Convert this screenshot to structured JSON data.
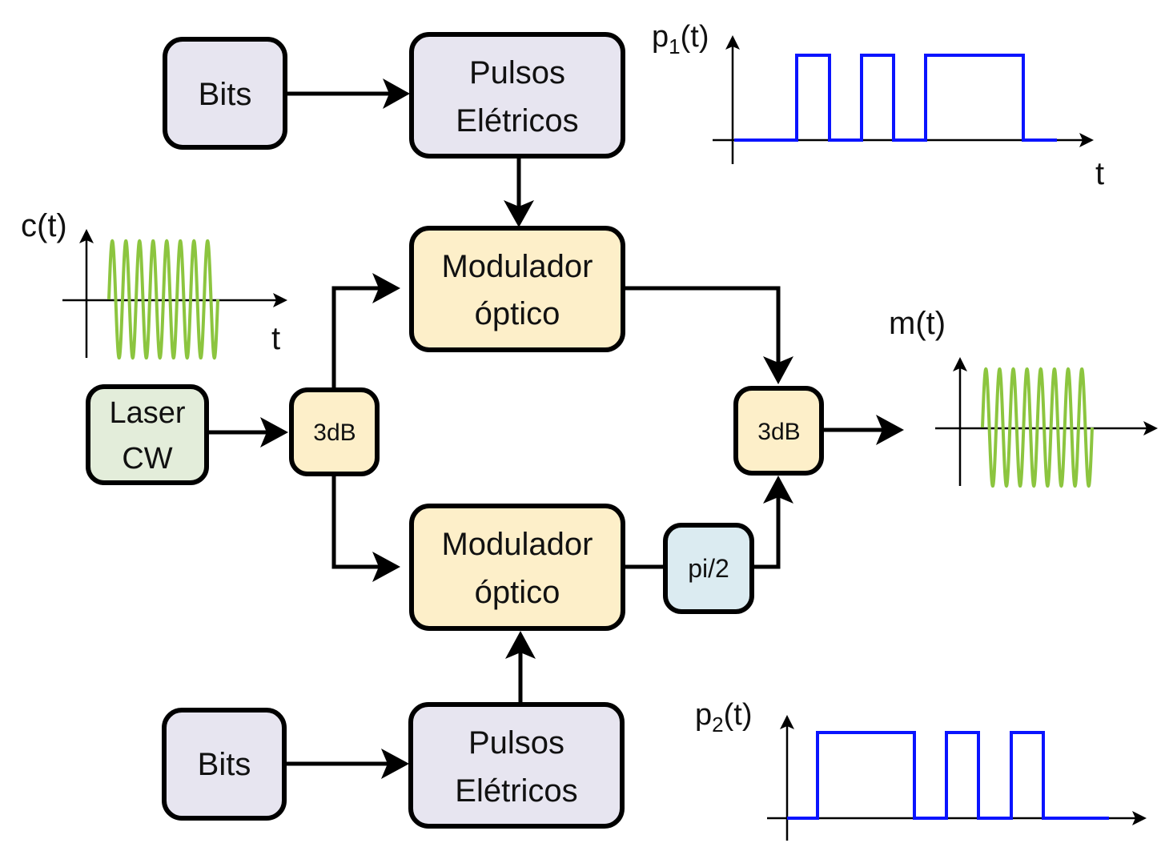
{
  "colors": {
    "bits_fill": "#e7e5f0",
    "pulsos_fill": "#e7e5f0",
    "modulator_fill": "#fdefc9",
    "coupler_fill": "#fdefc9",
    "laser_fill": "#e3edda",
    "phase_fill": "#dbebf1",
    "pulse_wave": "#0a14ff",
    "optical_wave": "#8cc53f",
    "stroke": "#000000"
  },
  "blocks": {
    "bits_top": "Bits",
    "pulsos_top": [
      "Pulsos",
      "Elétricos"
    ],
    "modulator_top": [
      "Modulador",
      "óptico"
    ],
    "laser": [
      "Laser",
      "CW"
    ],
    "coupler_in": "3dB",
    "coupler_out": "3dB",
    "modulator_bottom": [
      "Modulador",
      "óptico"
    ],
    "phase": "pi/2",
    "bits_bottom": "Bits",
    "pulsos_bottom": [
      "Pulsos",
      "Elétricos"
    ]
  },
  "plots": {
    "p1": {
      "name": "p",
      "subscript": "1",
      "suffix": "(t)",
      "axis_label": "t"
    },
    "c": {
      "label": "c(t)",
      "axis_label": "t"
    },
    "m": {
      "label": "m(t)"
    },
    "p2": {
      "name": "p",
      "subscript": "2",
      "suffix": "(t)"
    }
  }
}
